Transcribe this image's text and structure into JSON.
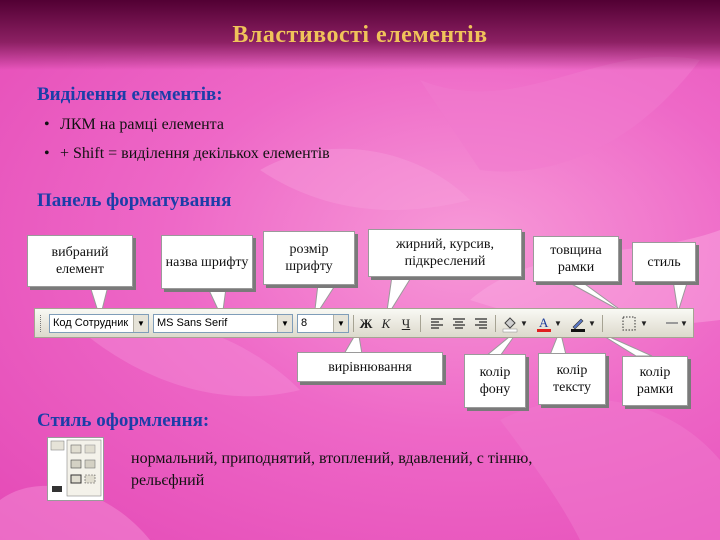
{
  "title": "Властивості елементів",
  "section_selection": {
    "heading": "Виділення елементів:",
    "bullets": [
      "ЛКМ на рамці елемента",
      "+ Shift = виділення декількох елементів"
    ]
  },
  "section_toolbar": {
    "heading": "Панель форматування",
    "callouts": {
      "selected_element": "вибраний елемент",
      "font_name": "назва шрифту",
      "font_size": "розмір шрифту",
      "bold_italic_underline": "жирний, курсив, підкреслений",
      "border_width": "товщина рамки",
      "style": "стиль",
      "alignment": "вирівнювання",
      "back_color": "колір фону",
      "text_color": "колір тексту",
      "border_color": "колір рамки"
    },
    "toolbar": {
      "object_combo": "Код Сотрудник",
      "font_combo": "MS Sans Serif",
      "size_combo": "8",
      "bold": "Ж",
      "italic": "К",
      "underline": "Ч"
    }
  },
  "section_style": {
    "heading": "Стиль оформлення:",
    "description": "нормальний, приподнятий, втоплений, вдавлений, с тінню, рельєфний"
  },
  "colors": {
    "title": "#f0c35a",
    "heading": "#1c3ea8",
    "background": "#ee68c7"
  }
}
